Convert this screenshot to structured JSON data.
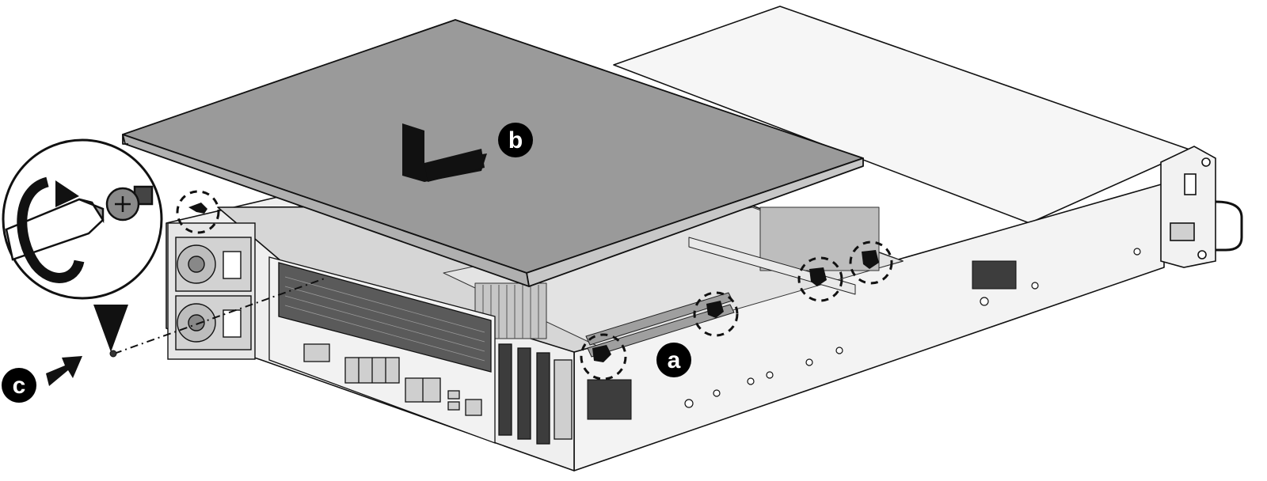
{
  "callouts": {
    "a": {
      "label": "a"
    },
    "b": {
      "label": "b"
    },
    "c": {
      "label": "c"
    }
  },
  "colors": {
    "outline": "#111111",
    "cover": "#9a9a9a",
    "cover_edge": "#c7c7c7",
    "chassis": "#f4f4f4",
    "interior": "#d9d9d9",
    "callout_fill": "#000000",
    "callout_text": "#ffffff"
  },
  "icons": [
    "screwdriver-icon",
    "screw-icon",
    "rotate-arrow-icon",
    "slide-direction-arrow-icon",
    "insert-arrow-icon"
  ]
}
